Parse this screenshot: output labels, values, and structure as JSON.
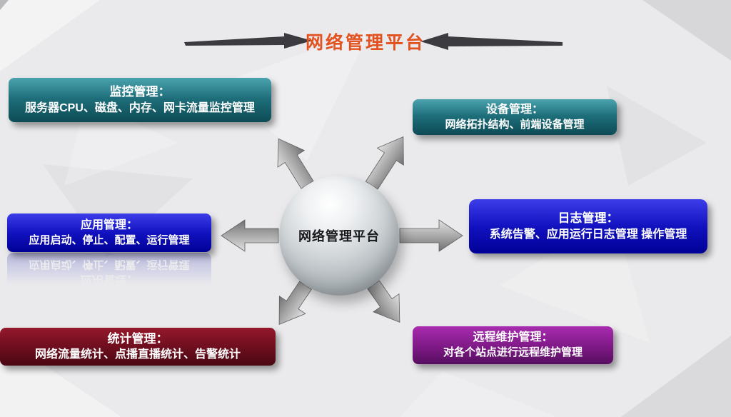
{
  "title": "网络管理平台",
  "center": {
    "label": "网络管理平台"
  },
  "boxes": [
    {
      "id": "monitor",
      "title": "监控管理：",
      "desc": "服务器CPU、磁盘、内存、网卡流量监控管理"
    },
    {
      "id": "device",
      "title": "设备管理：",
      "desc": "网络拓扑结构、前端设备管理"
    },
    {
      "id": "application",
      "title": "应用管理：",
      "desc": "应用启动、停止、配置、运行管理"
    },
    {
      "id": "log",
      "title": "日志管理：",
      "desc": "系统告警、应用运行日志管理 操作管理"
    },
    {
      "id": "statistics",
      "title": "统计管理：",
      "desc": "网络流量统计、点播直播统计、告警统计"
    },
    {
      "id": "remote",
      "title": "远程维护管理：",
      "desc": "对各个站点进行远程维护管理"
    }
  ],
  "colors": {
    "title_accent": "#e2511e",
    "teal_box": "#1d6d79",
    "blue_box": "#1212c0",
    "maroon_box": "#6e0e1e",
    "purple_box": "#801a88",
    "arrow_gray": "#9d9d9d",
    "sphere_silver": "#ced3d6",
    "background": "#eaeaec"
  }
}
